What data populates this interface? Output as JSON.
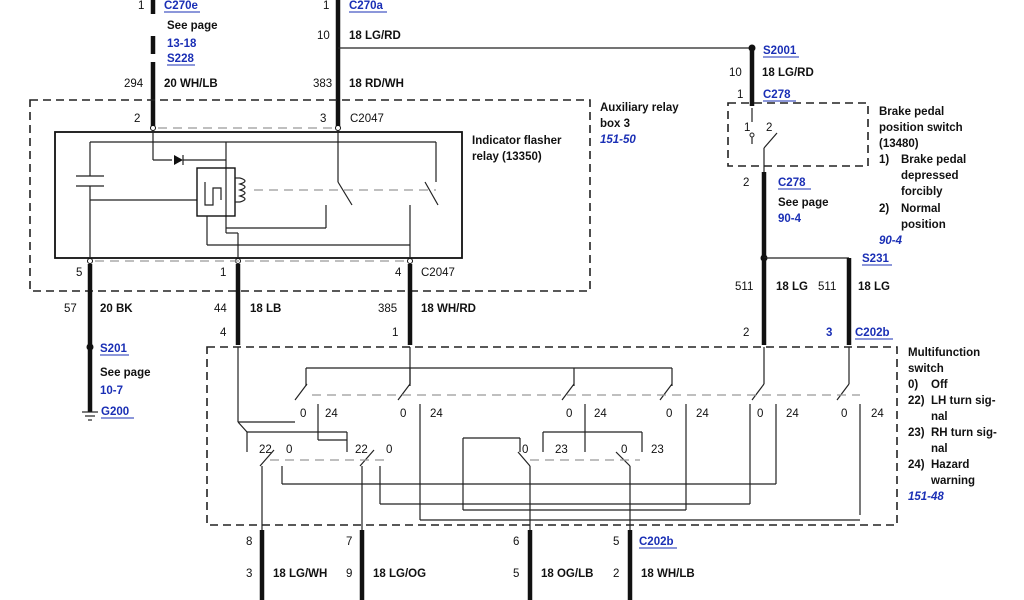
{
  "top": {
    "c270e": {
      "pin": "1",
      "ref": "C270e"
    },
    "see_page_1": {
      "label": "See page",
      "page": "13-18"
    },
    "s228": "S228",
    "w294": {
      "circuit": "294",
      "gauge": "20 WH/LB"
    },
    "c270a": {
      "pin": "1",
      "ref": "C270a"
    },
    "w10_lgrd": {
      "pin": "10",
      "gauge": "18 LG/RD"
    },
    "w383": {
      "circuit": "383",
      "gauge": "18 RD/WH"
    }
  },
  "right_top": {
    "s2001": "S2001",
    "w10_lgrd2": {
      "pin": "10",
      "gauge": "18 LG/RD"
    },
    "c278_top": {
      "pin": "1",
      "ref": "C278"
    },
    "c278_bottom": {
      "pin": "2",
      "ref": "C278"
    },
    "see_page_2": {
      "label": "See page",
      "page": "90-4"
    },
    "s231": "S231",
    "w511a": {
      "circuit": "511",
      "gauge": "18 LG"
    },
    "w511b": {
      "circuit": "511",
      "gauge": "18 LG"
    }
  },
  "brake_switch": {
    "title": [
      "Brake pedal",
      "position switch",
      "(13480)"
    ],
    "items": [
      {
        "num": "1)",
        "lines": [
          "Brake pedal",
          "depressed",
          "forcibly"
        ]
      },
      {
        "num": "2)",
        "lines": [
          "Normal",
          "position"
        ]
      }
    ],
    "ref": "90-4",
    "contacts": [
      "1",
      "2"
    ]
  },
  "relay_box": {
    "title": [
      "Auxiliary relay",
      "box 3"
    ],
    "ref": "151-50",
    "flasher": [
      "Indicator flasher",
      "relay (13350)"
    ],
    "connector_top": "C2047",
    "connector_bottom": "C2047",
    "pins": {
      "p2": "2",
      "p3": "3",
      "p5": "5",
      "p1": "1",
      "p4": "4"
    }
  },
  "middle_wires": {
    "w57": {
      "circuit": "57",
      "gauge": "20 BK"
    },
    "w44": {
      "circuit": "44",
      "gauge": "18 LB"
    },
    "w385": {
      "circuit": "385",
      "gauge": "18 WH/RD"
    },
    "pins": {
      "p4": "4",
      "p1": "1",
      "p2": "2",
      "p3": "3"
    },
    "c202b": "C202b"
  },
  "ground": {
    "s201": "S201",
    "see_page": {
      "label": "See page",
      "page": "10-7"
    },
    "g200": "G200"
  },
  "multifunction": {
    "title": [
      "Multifunction",
      "switch"
    ],
    "items": [
      {
        "num": "0)",
        "lines": [
          "Off"
        ]
      },
      {
        "num": "22)",
        "lines": [
          "LH turn sig-",
          "nal"
        ]
      },
      {
        "num": "23)",
        "lines": [
          "RH turn sig-",
          "nal"
        ]
      },
      {
        "num": "24)",
        "lines": [
          "Hazard",
          "warning"
        ]
      }
    ],
    "ref": "151-48",
    "contact_labels": {
      "zero": "0",
      "hazard": "24",
      "lh": "22",
      "rh": "23"
    }
  },
  "bottom": {
    "c202b": "C202b",
    "wires": [
      {
        "pin": "8",
        "circuit": "3",
        "gauge": "18 LG/WH"
      },
      {
        "pin": "7",
        "circuit": "9",
        "gauge": "18 LG/OG"
      },
      {
        "pin": "6",
        "circuit": "5",
        "gauge": "18 OG/LB"
      },
      {
        "pin": "5",
        "circuit": "2",
        "gauge": "18 WH/LB"
      }
    ]
  }
}
